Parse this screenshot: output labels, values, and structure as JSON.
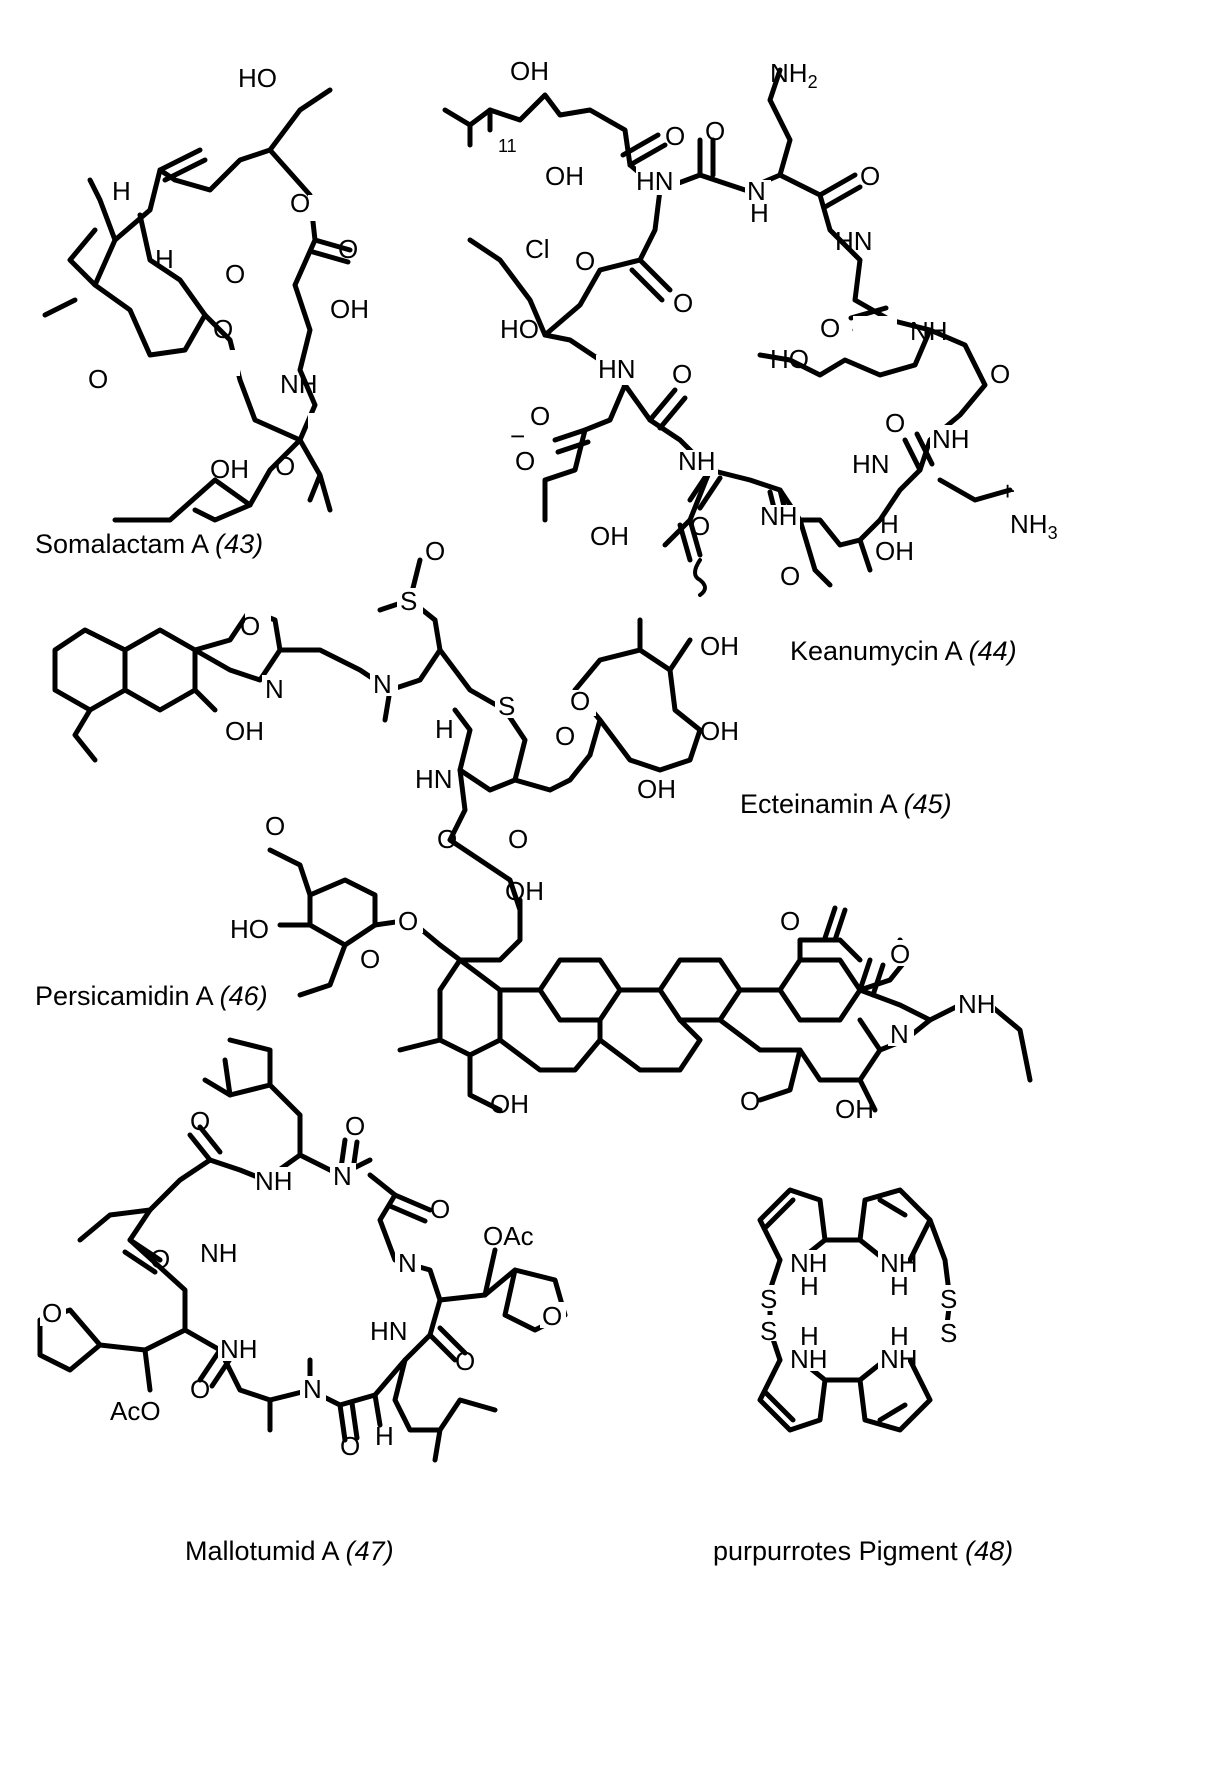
{
  "compounds": [
    {
      "id": "c43",
      "name": "Somalactam A",
      "number": "(43)"
    },
    {
      "id": "c44",
      "name": "Keanumycin A",
      "number": "(44)"
    },
    {
      "id": "c45",
      "name": "Ecteinamin A",
      "number": "(45)"
    },
    {
      "id": "c46",
      "name": "Persicamidin A",
      "number": "(46)"
    },
    {
      "id": "c47",
      "name": "Mallotumid A",
      "number": "(47)"
    },
    {
      "id": "c48",
      "name": "purpurrotes Pigment",
      "number": "(48)"
    }
  ],
  "atom_labels": {
    "HO": "HO",
    "OH": "OH",
    "O": "O",
    "H": "H",
    "NH": "NH",
    "HN": "HN",
    "N": "N",
    "S": "S",
    "Cl": "Cl",
    "NH2": "NH",
    "two": "2",
    "NH3": "NH",
    "three": "3",
    "eleven": "11",
    "OAc": "OAc",
    "AcO": "AcO",
    "plus": "+",
    "minus": "−"
  },
  "colors": {
    "ink": "#000000",
    "background": "#ffffff"
  }
}
